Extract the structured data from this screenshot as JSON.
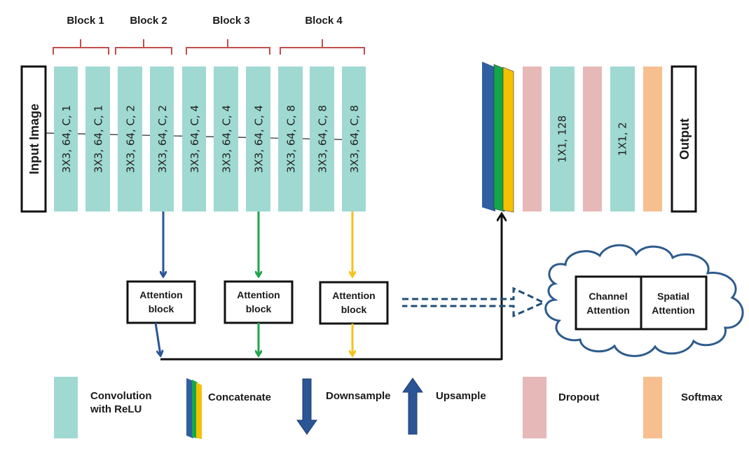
{
  "blocks": [
    "Block 1",
    "Block 2",
    "Block 3",
    "Block 4"
  ],
  "input_label": "Input Image",
  "conv_layers": [
    "3X3, 64, C, 1",
    "3X3, 64, C, 1",
    "3X3, 64, C, 2",
    "3X3, 64, C, 2",
    "3X3, 64, C, 4",
    "3X3, 64, C, 4",
    "3X3, 64, C, 4",
    "3X3, 64, C, 8",
    "3X3, 64, C, 8",
    "3X3, 64, C, 8"
  ],
  "head_layers": [
    "1X1, 128",
    "1X1, 2"
  ],
  "output_label": "Output",
  "attention_blocks": [
    {
      "line1": "Attention",
      "line2": "block"
    },
    {
      "line1": "Attention",
      "line2": "block"
    },
    {
      "line1": "Attention",
      "line2": "block"
    }
  ],
  "cloud": {
    "channel": {
      "line1": "Channel",
      "line2": "Attention"
    },
    "spatial": {
      "line1": "Spatial",
      "line2": "Attention"
    }
  },
  "legend": {
    "conv": {
      "line1": "Convolution",
      "line2": "with ReLU"
    },
    "concat": "Concatenate",
    "down": "Downsample",
    "up": "Upsample",
    "dropout": "Dropout",
    "softmax": "Softmax"
  },
  "colors": {
    "conv": "#9fd9d1",
    "dropout": "#e6b8b7",
    "softmax": "#f7bf8f",
    "block_bracket": "#c0504d",
    "arrow_blue": "#2c5596",
    "arrow_green": "#1fa64a",
    "arrow_yellow": "#f5c21b",
    "concat_blue": "#2f5fa0",
    "concat_green": "#12a84a",
    "concat_yellow": "#f5c000",
    "cloud_outline": "#2e5b8c",
    "dash_arrow": "#1f4e79"
  }
}
